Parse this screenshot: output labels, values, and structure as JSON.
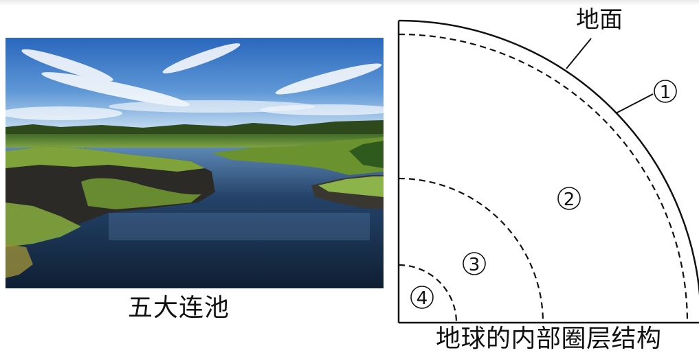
{
  "photo": {
    "caption": "五大连池",
    "scene": "lake-wetland-photo"
  },
  "diagram": {
    "caption": "地球的内部圈层结构",
    "surface_label": "地面",
    "layer_markers": [
      {
        "id": "layer-1",
        "numeral": "1"
      },
      {
        "id": "layer-2",
        "numeral": "2"
      },
      {
        "id": "layer-3",
        "numeral": "3"
      },
      {
        "id": "layer-4",
        "numeral": "4"
      }
    ]
  },
  "colors": {
    "sky_top": "#2f6fc4",
    "sky_bottom": "#cfe3f3",
    "water": "#1d3550",
    "grass": "#7fa33a",
    "rock": "#2b2a27",
    "line": "#111111"
  }
}
